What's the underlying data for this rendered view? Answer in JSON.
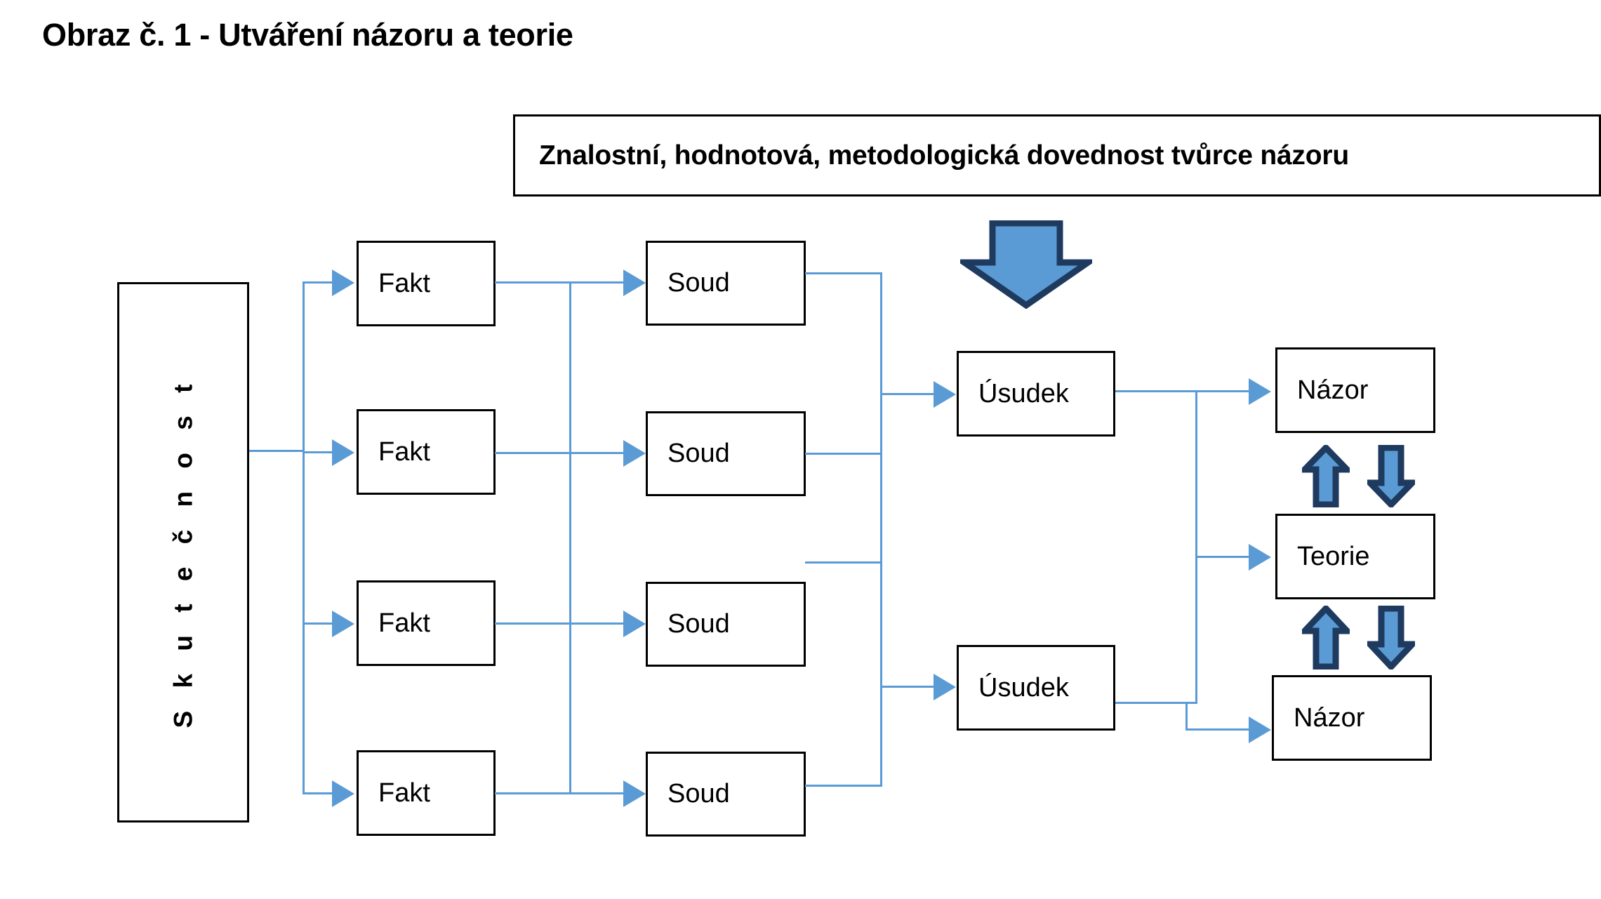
{
  "title": "Obraz č. 1 - Utváření názoru a teorie",
  "banner": {
    "text": "Znalostní, hodnotová, metodologická dovednost tvůrce názoru"
  },
  "source": {
    "label": "S k u t e č n o s t"
  },
  "colors": {
    "connector_blue": "#5B9BD5",
    "block_arrow_fill": "#5B9BD5",
    "block_arrow_stroke": "#1F3A5F",
    "box_border": "#000000",
    "box_fill": "#FFFFFF",
    "text": "#000000"
  },
  "columns": {
    "facts": [
      {
        "label": "Fakt"
      },
      {
        "label": "Fakt"
      },
      {
        "label": "Fakt"
      },
      {
        "label": "Fakt"
      }
    ],
    "judgments": [
      {
        "label": "Soud"
      },
      {
        "label": "Soud"
      },
      {
        "label": "Soud"
      },
      {
        "label": "Soud"
      }
    ],
    "inferences": [
      {
        "label": "Úsudek"
      },
      {
        "label": "Úsudek"
      }
    ],
    "outcomes": [
      {
        "label": "Názor"
      },
      {
        "label": "Teorie"
      },
      {
        "label": "Názor"
      }
    ]
  },
  "block_arrows": [
    {
      "name": "skill-input-arrow",
      "direction": "down"
    },
    {
      "name": "nazor-to-teorie-up-arrow",
      "direction": "up"
    },
    {
      "name": "teorie-to-nazor-down-arrow",
      "direction": "down"
    },
    {
      "name": "teorie-to-nazor2-up-arrow",
      "direction": "up"
    },
    {
      "name": "nazor2-to-teorie-down-arrow",
      "direction": "down"
    }
  ]
}
